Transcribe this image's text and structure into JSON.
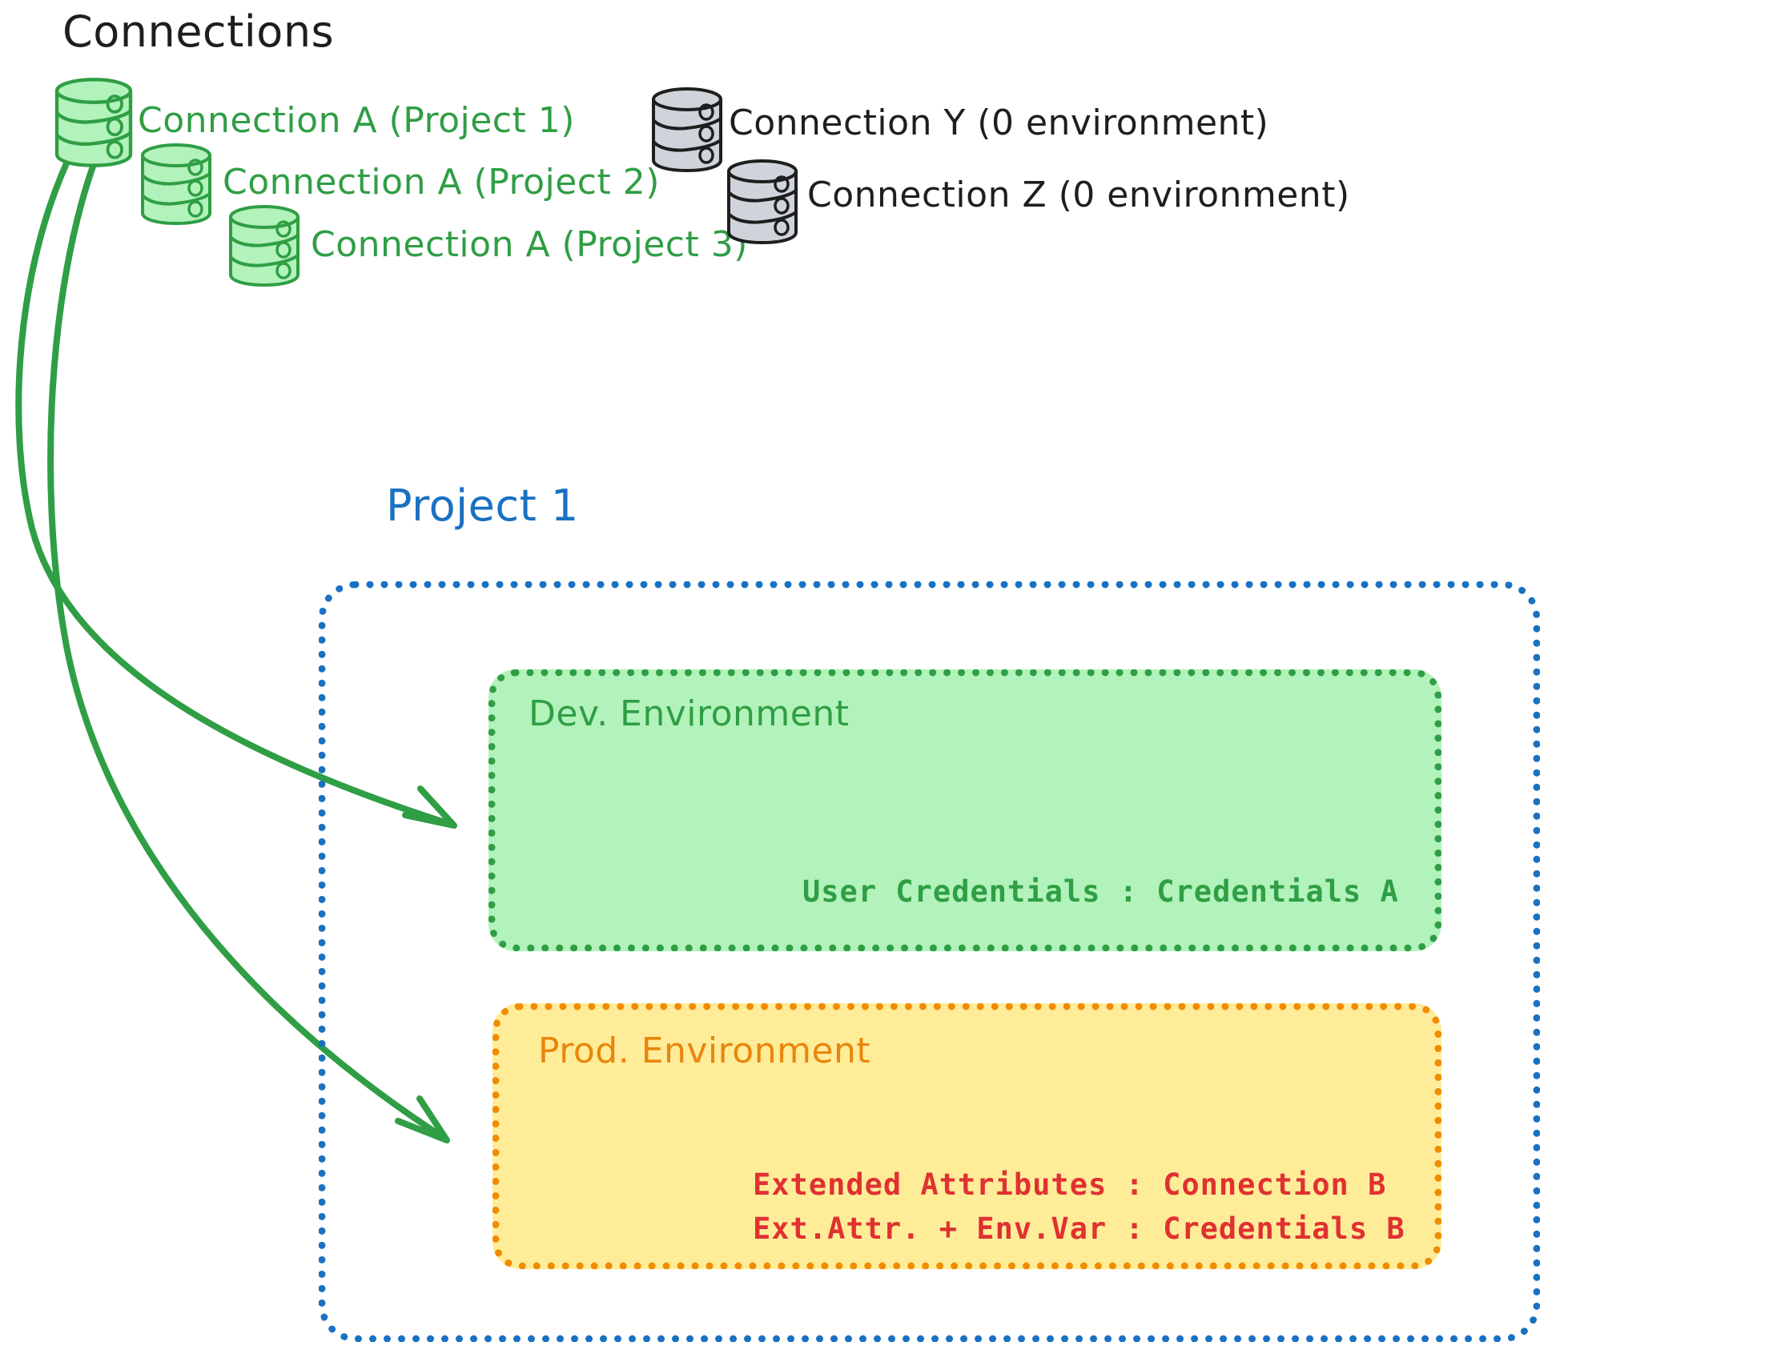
{
  "diagram": {
    "title": "Connections",
    "title_color": "#1e1e1e",
    "background": "#ffffff"
  },
  "connections": {
    "green": {
      "color": "#2f9e44",
      "fill": "#b2f2bb",
      "items": [
        {
          "label": "Connection A (Project 1)",
          "icon": "database-icon"
        },
        {
          "label": "Connection A (Project 2)",
          "icon": "database-icon"
        },
        {
          "label": "Connection A (Project 3)",
          "icon": "database-icon"
        }
      ]
    },
    "gray": {
      "color": "#1e1e1e",
      "fill": "#ced4da",
      "items": [
        {
          "label": "Connection Y (0 environment)",
          "icon": "database-icon"
        },
        {
          "label": "Connection Z (0 environment)",
          "icon": "database-icon"
        }
      ]
    }
  },
  "project": {
    "label": "Project 1",
    "color": "#1971c2",
    "environments": [
      {
        "name": "Dev. Environment",
        "color": "#2f9e44",
        "fill": "#b2f2bb",
        "entries": [
          {
            "key": "User Credentials",
            "value": "Credentials A",
            "text": "User Credentials : Credentials A",
            "color": "#2f9e44"
          }
        ]
      },
      {
        "name": "Prod. Environment",
        "color": "#e8860c",
        "border_color": "#f08c00",
        "fill": "#ffec99",
        "entries": [
          {
            "key": "Extended Attributes",
            "value": "Connection B",
            "text": "Extended Attributes : Connection B",
            "color": "#e03131"
          },
          {
            "key": "Ext.Attr. + Env.Var",
            "value": "Credentials B",
            "text": "Ext.Attr. + Env.Var : Credentials B",
            "color": "#e03131"
          }
        ]
      }
    ]
  },
  "arrows": [
    {
      "name": "arrow-connection-a-to-dev",
      "from": "Connection A (Project 1)",
      "to": "Dev. Environment",
      "color": "#2f9e44"
    },
    {
      "name": "arrow-connection-a-to-prod",
      "from": "Connection A (Project 1)",
      "to": "Prod. Environment",
      "color": "#2f9e44"
    }
  ]
}
